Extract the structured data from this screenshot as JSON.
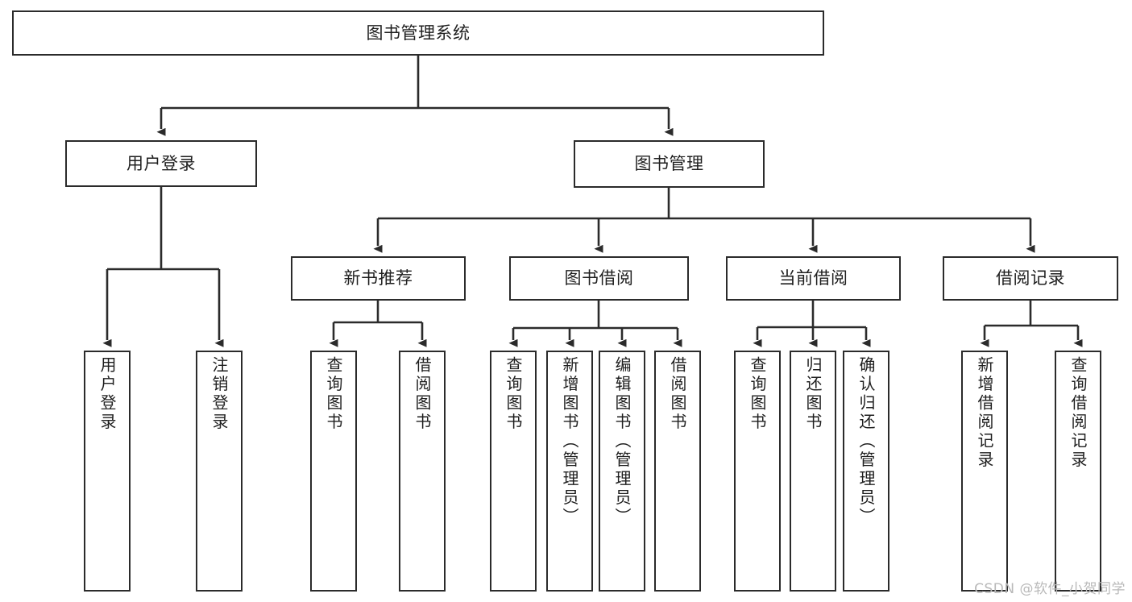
{
  "diagram": {
    "type": "tree-hierarchy",
    "title": "图书管理系统",
    "watermark": "CSDN @软件_小贺同学",
    "colors": {
      "stroke": "#2b2b2b",
      "fill": "#ffffff",
      "text": "#1f1f1f",
      "watermark": "#b9b9b9"
    },
    "nodes": {
      "root": {
        "label": "图书管理系统",
        "orientation": "horizontal"
      },
      "level1": [
        {
          "label": "用户登录",
          "orientation": "horizontal"
        },
        {
          "label": "图书管理",
          "orientation": "horizontal"
        }
      ],
      "level2": [
        {
          "label": "新书推荐",
          "orientation": "horizontal"
        },
        {
          "label": "图书借阅",
          "orientation": "horizontal"
        },
        {
          "label": "当前借阅",
          "orientation": "horizontal"
        },
        {
          "label": "借阅记录",
          "orientation": "horizontal"
        }
      ],
      "leaves": {
        "user_login": [
          {
            "label": "用户登录",
            "orientation": "vertical"
          },
          {
            "label": "注销登录",
            "orientation": "vertical"
          }
        ],
        "new_book_recommend": [
          {
            "label": "查询图书",
            "orientation": "vertical"
          },
          {
            "label": "借阅图书",
            "orientation": "vertical"
          }
        ],
        "book_borrow": [
          {
            "label": "查询图书",
            "orientation": "vertical"
          },
          {
            "label": "新增图书（管理员）",
            "orientation": "vertical"
          },
          {
            "label": "编辑图书（管理员）",
            "orientation": "vertical"
          },
          {
            "label": "借阅图书",
            "orientation": "vertical"
          }
        ],
        "current_borrow": [
          {
            "label": "查询图书",
            "orientation": "vertical"
          },
          {
            "label": "归还图书",
            "orientation": "vertical"
          },
          {
            "label": "确认归还（管理员）",
            "orientation": "vertical"
          }
        ],
        "borrow_record": [
          {
            "label": "新增借阅记录",
            "orientation": "vertical"
          },
          {
            "label": "查询借阅记录",
            "orientation": "vertical"
          }
        ]
      }
    }
  }
}
